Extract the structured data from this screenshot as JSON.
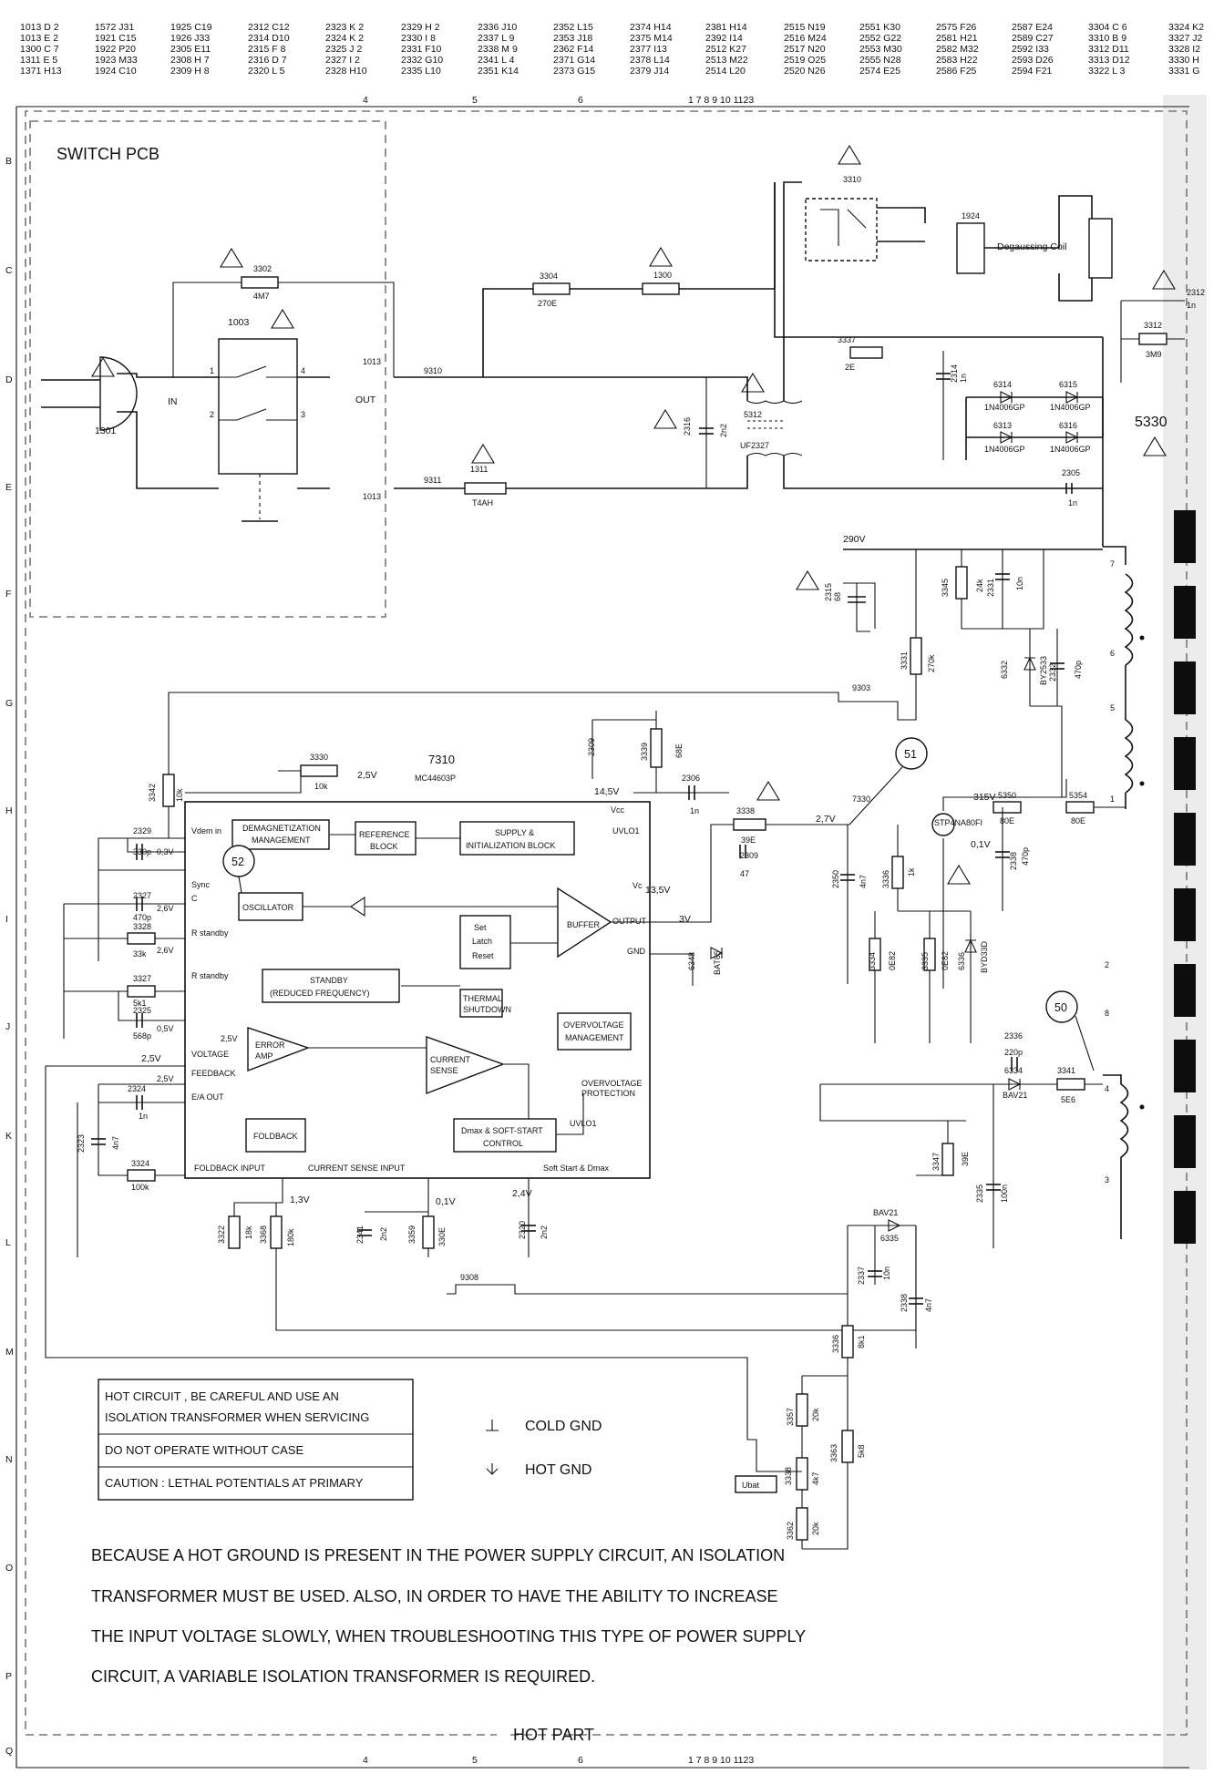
{
  "index_table": [
    [
      "1013 D 2",
      "1013 E 2",
      "1300 C 7",
      "1311 E 5",
      "1371 H13"
    ],
    [
      "1572 J31",
      "1921 C15",
      "1922 P20",
      "1923 M33",
      "1924 C10"
    ],
    [
      "1925 C19",
      "1926 J33",
      "2305 E11",
      "2308 H 7",
      "2309 H 8"
    ],
    [
      "2312 C12",
      "2314 D10",
      "2315 F 8",
      "2316 D 7",
      "2320 L 5"
    ],
    [
      "2323 K 2",
      "2324 K 2",
      "2325 J 2",
      "2327 I 2",
      "2328 H10"
    ],
    [
      "2329 H 2",
      "2330 I 8",
      "2331 F10",
      "2332 G10",
      "2335 L10"
    ],
    [
      "2336 J10",
      "2337 L 9",
      "2338 M 9",
      "2341 L 4",
      "2351 K14"
    ],
    [
      "2352 L15",
      "2353 J18",
      "2362 F14",
      "2371 G14",
      "2373 G15"
    ],
    [
      "2374 H14",
      "2375 M14",
      "2377 I13",
      "2378 L14",
      "2379 J14"
    ],
    [
      "2381 H14",
      "2392 I14",
      "2512 K27",
      "2513 M22",
      "2514 L20"
    ],
    [
      "2515 N19",
      "2516 M24",
      "2517 N20",
      "2519 O25",
      "2520 N26"
    ],
    [
      "2551 K30",
      "2552 G22",
      "2553 M30",
      "2555 N28",
      "2574 E25"
    ],
    [
      "2575 F26",
      "2581 H21",
      "2582 M32",
      "2583 H22",
      "2586 F25"
    ],
    [
      "2587 E24",
      "2589 C27",
      "2592 I33",
      "2593 D26",
      "2594 F21"
    ],
    [
      "3304 C 6",
      "3310 B 9",
      "3312 D11",
      "3313 D12",
      "3322 L 3"
    ],
    [
      "3324 K2",
      "3327 J2",
      "3328 I2",
      "3330 H",
      "3331 G"
    ]
  ],
  "column_ruler": [
    "4",
    "5",
    "6",
    "1 7 8 9 10 1123"
  ],
  "row_letters": [
    "B",
    "C",
    "D",
    "E",
    "F",
    "G",
    "H",
    "I",
    "J",
    "K",
    "L",
    "M",
    "N",
    "O",
    "P",
    "Q"
  ],
  "labels": {
    "switch_pcb": "SWITCH PCB",
    "hot_part": "HOT PART",
    "degaussing": "Degaussing Coil",
    "in": "IN",
    "out": "OUT",
    "label_5330": "5330",
    "ic_name": "7310",
    "ic_part": "MC44603P",
    "transistor": "7330",
    "transistor_part": "STP4NA80FI",
    "circle_51": "51",
    "circle_52": "52",
    "circle_50": "50",
    "ubat": "Ubat",
    "v290": "290V",
    "v315": "315V",
    "v14_5": "14,5V",
    "v13_5": "13,5V",
    "v3": "3V",
    "v2_7": "2,7V",
    "v0_1": "0,1V"
  },
  "ic_blocks": {
    "demag": [
      "DEMAGNETIZATION",
      "MANAGEMENT"
    ],
    "ref": [
      "REFERENCE",
      "BLOCK"
    ],
    "supply": [
      "SUPPLY &",
      "INITIALIZATION BLOCK"
    ],
    "osc": "OSCILLATOR",
    "buffer": "BUFFER",
    "latch": [
      "Set",
      "Latch",
      "Reset"
    ],
    "standby": [
      "STANDBY",
      "(REDUCED FREQUENCY)"
    ],
    "thermal": [
      "THERMAL",
      "SHUTDOWN"
    ],
    "ovm": [
      "OVERVOLTAGE",
      "MANAGEMENT"
    ],
    "ovp": [
      "OVERVOLTAGE",
      "PROTECTION"
    ],
    "error": [
      "ERROR",
      "AMP"
    ],
    "current": [
      "CURRENT",
      "SENSE"
    ],
    "foldback": "FOLDBACK",
    "dmax": [
      "Dmax & SOFT-START",
      "CONTROL"
    ],
    "uvlo1": "UVLO1",
    "uvlo1b": "UVLO1",
    "pins_left": [
      "Vdem in",
      "Sync",
      "C",
      "R standby",
      "R standby",
      "VOLTAGE",
      "FEEDBACK",
      "E/A OUT"
    ],
    "pin_bottom": [
      "FOLDBACK INPUT",
      "CURRENT SENSE INPUT",
      "Soft Start & Dmax"
    ],
    "vcc": "Vcc",
    "output": "OUTPUT",
    "gnd": "GND",
    "vc": "Vc"
  },
  "warning_box": [
    "HOT CIRCUIT , BE CAREFUL AND USE AN",
    "ISOLATION TRANSFORMER WHEN SERVICING",
    "DO NOT OPERATE WITHOUT CASE",
    "CAUTION : LETHAL POTENTIALS AT PRIMARY"
  ],
  "legend": {
    "cold": "COLD GND",
    "hot": "HOT GND"
  },
  "notice": [
    "BECAUSE A HOT GROUND IS PRESENT IN THE POWER SUPPLY CIRCUIT, AN ISOLATION",
    "TRANSFORMER MUST BE USED. ALSO, IN ORDER TO HAVE THE ABILITY TO INCREASE",
    "THE INPUT VOLTAGE SLOWLY, WHEN TROUBLESHOOTING THIS TYPE OF POWER SUPPLY",
    "CIRCUIT, A VARIABLE ISOLATION TRANSFORMER IS REQUIRED."
  ],
  "components": {
    "r3302": [
      "3302",
      "4M7"
    ],
    "r3304": [
      "3304",
      "270E"
    ],
    "f1300": "1300",
    "r3337": [
      "3337",
      "2E"
    ],
    "f1311": [
      "1311",
      "T4AH"
    ],
    "c2316": [
      "2316",
      "2n2"
    ],
    "l5312": [
      "5312",
      "UF2327"
    ],
    "sw1003": "1003",
    "plug1301": "1301",
    "rel3310": "3310",
    "con1924": "1924",
    "d6314": [
      "6314",
      "1N4006GP"
    ],
    "d6315": [
      "6315",
      "1N4006GP"
    ],
    "d6313": [
      "6313",
      "1N4006GP"
    ],
    "d6316": [
      "6316",
      "1N4006GP"
    ],
    "c2314": [
      "2314",
      "1n"
    ],
    "c2305": [
      "2305",
      "1n"
    ],
    "c2312": [
      "2312",
      "1n"
    ],
    "r3312": [
      "3312",
      "3M9"
    ],
    "c2315": [
      "2315",
      "68"
    ],
    "r3345": [
      "3345",
      "24k"
    ],
    "c2331": [
      "2331",
      "10n"
    ],
    "d6332": [
      "6332",
      "BY2533"
    ],
    "c2332": [
      "2332",
      "470p"
    ],
    "r3331": [
      "3331",
      "270k"
    ],
    "r3339": [
      "3339",
      "68E"
    ],
    "c2306": [
      "2306",
      "1n"
    ],
    "r3330": [
      "3330",
      "10k"
    ],
    "r3342": [
      "3342",
      "10k"
    ],
    "c2329": [
      "2329",
      "330p"
    ],
    "c2327": [
      "2327",
      "470p"
    ],
    "r3328": [
      "3328",
      "33k"
    ],
    "r3327": [
      "3327",
      "5k1"
    ],
    "c2325": [
      "2325",
      "568p"
    ],
    "c2324": [
      "2324",
      "1n"
    ],
    "c2323": [
      "2323",
      "4n7"
    ],
    "r3324": [
      "3324",
      "100k"
    ],
    "r3322": [
      "3322",
      "18k"
    ],
    "r3368": [
      "3368",
      "180k"
    ],
    "c2341": [
      "2341",
      "2n2"
    ],
    "r3359": [
      "3359",
      "330E"
    ],
    "c2320": [
      "2320",
      "2n2"
    ],
    "r3338": [
      "3338",
      "39E"
    ],
    "c2309": [
      "2309",
      "47"
    ],
    "c2350": [
      "2350",
      "4n7"
    ],
    "r3336": [
      "3336",
      "1k"
    ],
    "r3334": [
      "3334",
      "0E82"
    ],
    "r3335": [
      "3335",
      "0E82"
    ],
    "d6336": [
      "6336",
      "BYD33D"
    ],
    "d6348": [
      "6348",
      "BAT85"
    ],
    "c2338": [
      "2338",
      "470p"
    ],
    "l5350": [
      "5350",
      "80E"
    ],
    "l5354": [
      "5354",
      "80E"
    ],
    "c2336": [
      "2336",
      "220p"
    ],
    "d6334": [
      "6334",
      "BAV21"
    ],
    "r3341": [
      "3341",
      "5E6"
    ],
    "r3347": [
      "3347",
      "39E"
    ],
    "c2335": [
      "2335",
      "100n"
    ],
    "d6335": [
      "6335",
      "BAV21"
    ],
    "c2337": [
      "2337",
      "10n"
    ],
    "c2338b": [
      "2338",
      "4n7"
    ],
    "r3336b": [
      "3336",
      "8k1"
    ],
    "r3357": [
      "3357",
      "20k"
    ],
    "r3338b": [
      "3338",
      "4k7"
    ],
    "r3362": [
      "3362",
      "20k"
    ],
    "r3363": [
      "3363",
      "5k8"
    ],
    "n9303": "9303",
    "n9308": "9308",
    "n9310": "9310",
    "n9311": "9311",
    "v2_5a": "2,5V",
    "v0_3": "0,3V",
    "v2_6a": "2,6V",
    "v2_6b": "2,6V",
    "v0_5": "0,5V",
    "v2_5b": "2,5V",
    "v2_5c": "2,5V",
    "v1_3": "1,3V",
    "v0_1b": "0,1V",
    "v2_4": "2,4V",
    "v2_5d": "2,5V"
  }
}
